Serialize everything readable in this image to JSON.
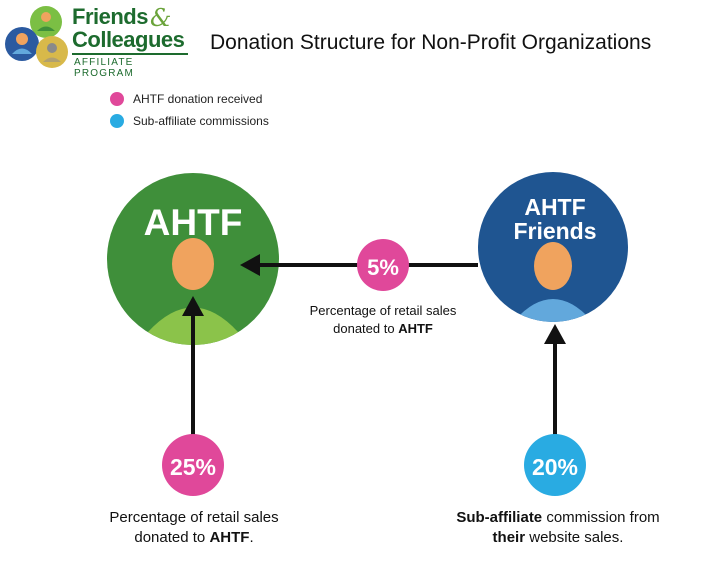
{
  "logo": {
    "line1": "Friends",
    "ampersand": "&",
    "line2": "Colleagues",
    "line3": "AFFILIATE PROGRAM",
    "colors": {
      "green": "#1d6b2e",
      "light_green": "#6aa33a"
    }
  },
  "title": "Donation Structure for Non-Profit Organizations",
  "legend": [
    {
      "label": "AHTF donation received",
      "color": "#e0489a"
    },
    {
      "label": "Sub-affiliate commissions",
      "color": "#29abe2"
    }
  ],
  "nodes": {
    "ahtf": {
      "label": "AHTF",
      "color": "#3f8f3a",
      "body_color": "#8bc34a",
      "head_color": "#f0a35e"
    },
    "friends": {
      "label_line1": "AHTF",
      "label_line2": "Friends",
      "color": "#1f5591",
      "body_color": "#62a8dc",
      "head_color": "#f0a35e"
    }
  },
  "badges": {
    "five": {
      "value": "5%",
      "color": "#e0489a"
    },
    "twenty_five": {
      "value": "25%",
      "color": "#e0489a"
    },
    "twenty": {
      "value": "20%",
      "color": "#29abe2"
    }
  },
  "captions": {
    "middle": {
      "line1": "Percentage of retail sales",
      "line2_prefix": "donated to ",
      "line2_bold": "AHTF"
    },
    "left": {
      "line1": "Percentage of retail sales",
      "line2_prefix": "donated to ",
      "line2_bold": "AHTF",
      "line2_suffix": "."
    },
    "right": {
      "line1_bold": "Sub-affiliate",
      "line1_suffix": " commission from",
      "line2_bold": "their",
      "line2_suffix": " website sales."
    }
  }
}
